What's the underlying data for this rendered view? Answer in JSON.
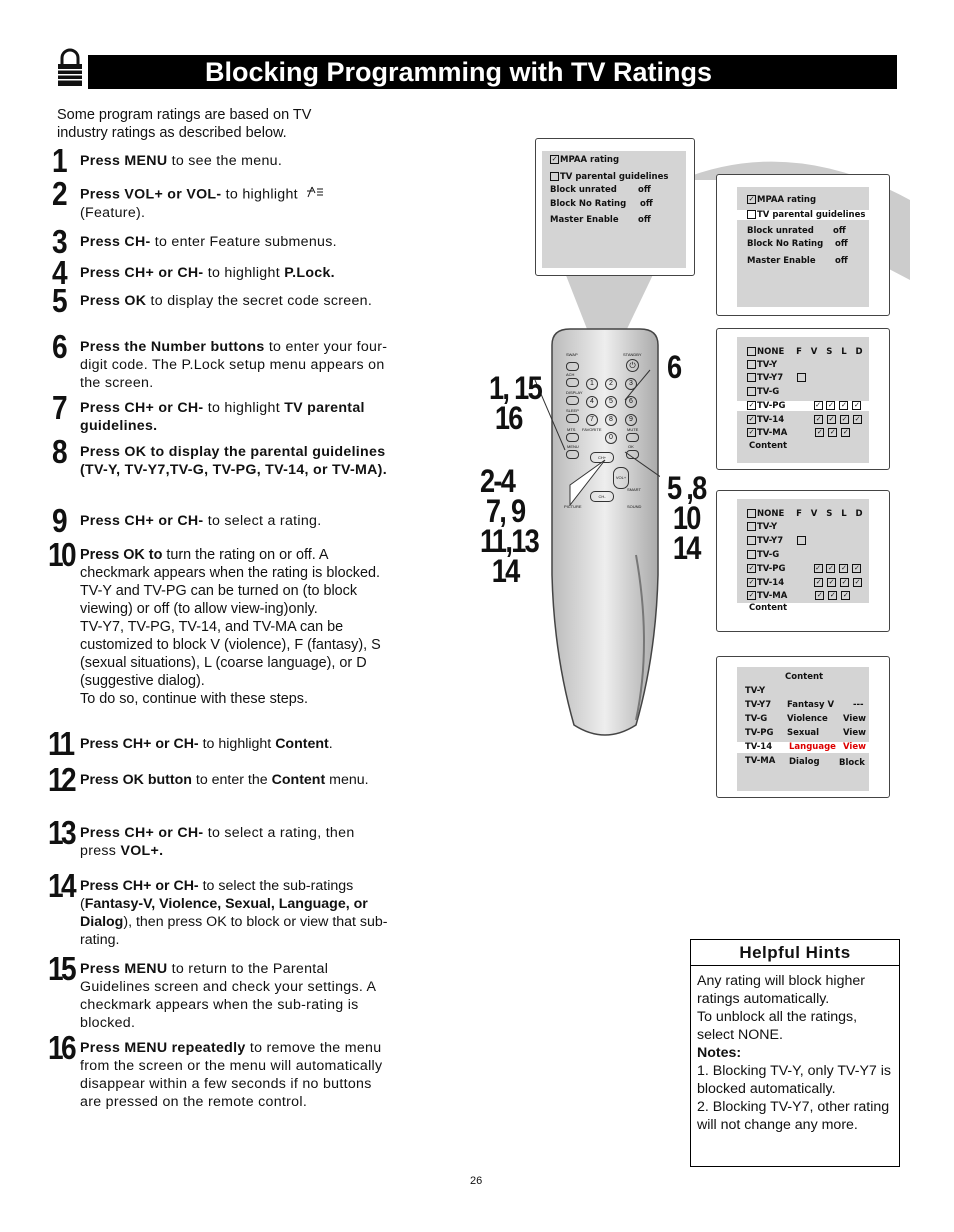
{
  "title": "Blocking Programming with TV Ratings",
  "intro": "Some program ratings are based on TV industry ratings as described below.",
  "steps": [
    {
      "num": "1",
      "bold": "Press MENU",
      "rest": " to see the menu."
    },
    {
      "num": "2",
      "bold": "Press VOL+ or VOL-",
      "rest": " to highlight",
      "extra": "(Feature)."
    },
    {
      "num": "3",
      "bold": "Press CH-",
      "rest": " to enter Feature submenus."
    },
    {
      "num": "4",
      "bold": "Press CH+ or CH-",
      "rest": " to highlight ",
      "bold2": "P.Lock."
    },
    {
      "num": "5",
      "bold": "Press OK",
      "rest": " to display the secret code screen."
    },
    {
      "num": "6",
      "bold": "Press the Number buttons",
      "rest": " to enter your four-digit code. The P.Lock setup menu appears on the screen."
    },
    {
      "num": "7",
      "bold": "Press CH+ or CH-",
      "rest": " to highlight ",
      "bold2": "TV parental guidelines."
    },
    {
      "num": "8",
      "bold": "Press OK to display the parental guidelines (TV-Y, TV-Y7,TV-G, TV-PG, TV-14, or TV-MA).",
      "rest": ""
    },
    {
      "num": "9",
      "bold": "Press CH+ or CH-",
      "rest": " to select a rating."
    },
    {
      "num": "10",
      "bold": "Press OK to",
      "rest": " turn the rating on or off. A checkmark appears when the rating is blocked. TV-Y and TV-PG can be turned on (to block viewing) or off (to allow view-ing)only.",
      "extra": "TV-Y7, TV-PG, TV-14, and TV-MA can be customized to block V (violence), F (fantasy), S (sexual situations), L (coarse language), or D (suggestive dialog).",
      "extra2": "To do so, continue with these steps."
    },
    {
      "num": "11",
      "bold": "Press CH+ or CH-",
      "rest": " to highlight ",
      "bold2": "Content",
      "rest2": "."
    },
    {
      "num": "12",
      "bold": "Press OK button",
      "rest": " to enter the ",
      "bold2": "Content",
      "rest2": " menu."
    },
    {
      "num": "13",
      "bold": "Press CH+ or CH-",
      "rest": " to select a rating, then press ",
      "bold2": "VOL+."
    },
    {
      "num": "14",
      "bold": "Press CH+ or CH-",
      "rest": " to select the sub-ratings (",
      "bold2": "Fantasy-V,  Violence, Sexual, Language, or Dialog",
      "rest2": "), then press OK to block or view that sub-rating."
    },
    {
      "num": "15",
      "bold": "Press MENU",
      "rest": " to return to the Parental Guidelines screen and check your settings. A checkmark appears  when the sub-rating is blocked."
    },
    {
      "num": "16",
      "bold": "Press MENU repeatedly",
      "rest": " to remove the menu from the screen or the menu will automatically disappear within a few seconds if no buttons are pressed on the remote control."
    }
  ],
  "screens": {
    "menu": {
      "mpaa": "MPAA rating",
      "tv": "TV parental guidelines",
      "block_unrated": "Block unrated",
      "block_no_rating": "Block No Rating",
      "master_enable": "Master Enable",
      "off": "off"
    },
    "ratings": {
      "header": "NONE    F   V   S   L   D",
      "rows": [
        "TV-Y",
        "TV-Y7",
        "TV-G",
        "TV-PG",
        "TV-14",
        "TV-MA"
      ],
      "content": "Content"
    },
    "content_menu": {
      "title": "Content",
      "ratings": [
        "TV-Y",
        "TV-Y7",
        "TV-G",
        "TV-PG",
        "TV-14",
        "TV-MA"
      ],
      "subs": [
        "Fantasy  V",
        "Violence",
        "Sexual",
        "Language",
        "Dialog"
      ],
      "vals": [
        "---",
        "View",
        "View",
        "View",
        "Block"
      ]
    }
  },
  "remote": {
    "labels": {
      "swap": "SWAP",
      "standby": "STANDBY",
      "ach": "ACH",
      "display": "DISPLAY",
      "sleep": "SLEEP",
      "mts": "MTS",
      "favorite": "FAVORITE",
      "mute": "MUTE",
      "menu": "MENU",
      "ok": "OK",
      "chp": "CH+",
      "chm": "CH-",
      "volp": "VOL+",
      "smart": "SMART",
      "picture": "PICTURE",
      "sound": "SOUND"
    },
    "digits": [
      "1",
      "2",
      "3",
      "4",
      "5",
      "6",
      "7",
      "8",
      "9",
      "0"
    ]
  },
  "callouts": {
    "a": "1, 15\n 16",
    "b": "2-4\n 7, 9\n11,13\n  14",
    "c": "6",
    "d": "5 ,8\n 10\n 14"
  },
  "hints": {
    "title": "Helpful Hints",
    "p1": "Any rating will block higher ratings automatically.",
    "p2": "To unblock all the ratings, select NONE.",
    "notes": "Notes:",
    "n1": "1. Blocking TV-Y, only TV-Y7 is blocked automatically.",
    "n2": "2. Blocking TV-Y7, other rating will not change any more."
  },
  "page_number": "26"
}
